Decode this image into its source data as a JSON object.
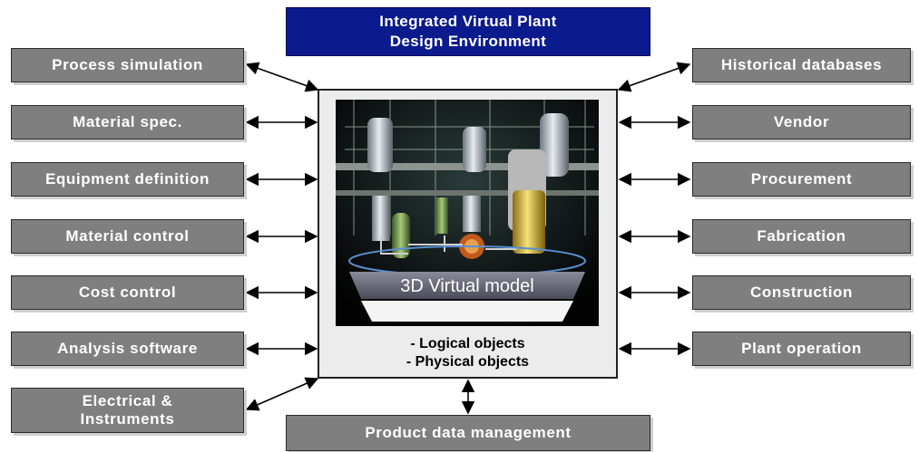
{
  "title": {
    "line1": "Integrated Virtual Plant",
    "line2": "Design Environment"
  },
  "center": {
    "model_label": "3D Virtual model",
    "bullet1": "- Logical objects",
    "bullet2": "- Physical objects"
  },
  "left_boxes": [
    "Process simulation",
    "Material spec.",
    "Equipment definition",
    "Material control",
    "Cost control",
    "Analysis software"
  ],
  "electrical": {
    "line1": "Electrical &",
    "line2": "Instruments"
  },
  "right_boxes": [
    "Historical databases",
    "Vendor",
    "Procurement",
    "Fabrication",
    "Construction",
    "Plant operation"
  ],
  "bottom_box": "Product data management",
  "colors": {
    "box_fill": "#7f7f7f",
    "title_fill": "#0b1a8c",
    "center_fill": "#ececec"
  }
}
